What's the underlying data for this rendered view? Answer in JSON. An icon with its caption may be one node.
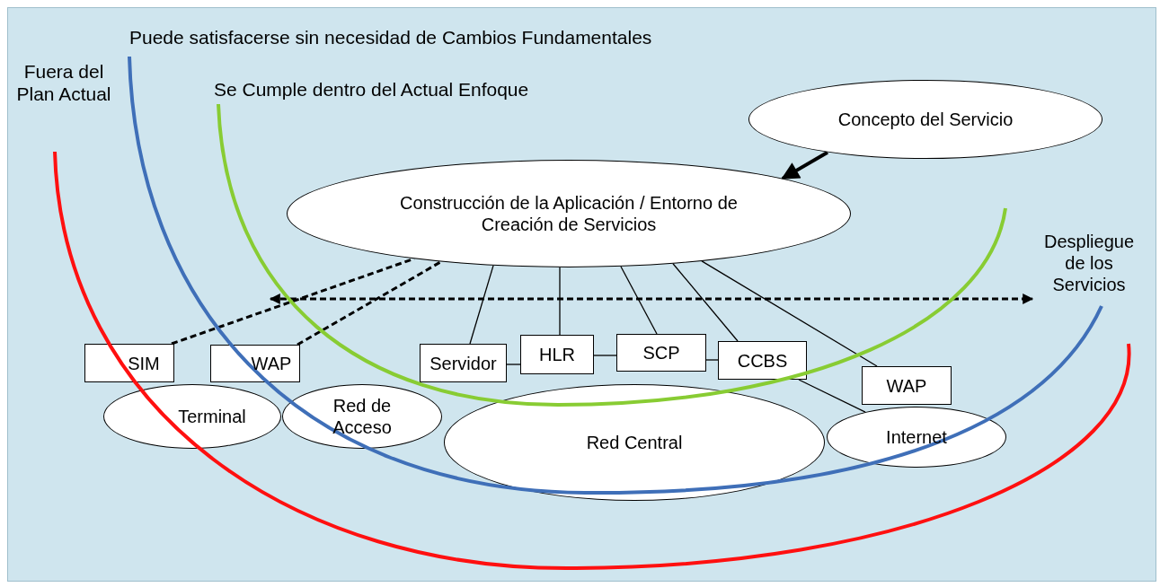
{
  "diagram": {
    "nodes": [
      {
        "text": [
          "Concepto del Servicio"
        ]
      },
      {
        "text": [
          "Construcción de la Aplicación / Entorno de Creación de Servicios"
        ]
      },
      {
        "text": [
          "SIM"
        ]
      },
      {
        "text": [
          "WAP"
        ]
      },
      {
        "text": [
          "Terminal"
        ]
      },
      {
        "text": [
          "Red de Acceso"
        ]
      },
      {
        "text": [
          "Servidor"
        ]
      },
      {
        "text": [
          "HLR"
        ]
      },
      {
        "text": [
          "SCP"
        ]
      },
      {
        "text": [
          "CCBS"
        ]
      },
      {
        "text": [
          "Red Central"
        ]
      },
      {
        "text": [
          "WAP"
        ]
      },
      {
        "text": [
          "Internet"
        ]
      },
      {
        "text": [
          "Despliegue de los Servicios"
        ]
      }
    ],
    "edges": [
      {
        "from": 0,
        "to": 1,
        "arrow": "to",
        "style": "thick"
      },
      {
        "from": 2,
        "to": 1,
        "arrow": "none",
        "style": "dashed"
      },
      {
        "from": 3,
        "to": 1,
        "arrow": "none",
        "style": "dashed"
      },
      {
        "from": 1,
        "to": 6,
        "arrow": "none"
      },
      {
        "from": 1,
        "to": 7,
        "arrow": "none"
      },
      {
        "from": 1,
        "to": 8,
        "arrow": "none"
      },
      {
        "from": 1,
        "to": 9,
        "arrow": "none"
      },
      {
        "from": 1,
        "to": 11,
        "arrow": "none"
      },
      {
        "from": 6,
        "to": 7,
        "arrow": "none"
      },
      {
        "from": 7,
        "to": 8,
        "arrow": "none"
      },
      {
        "from": 8,
        "to": 9,
        "arrow": "none"
      },
      {
        "from": 9,
        "to": 12,
        "arrow": "none"
      },
      {
        "from": null,
        "to": 13,
        "arrow": "both",
        "style": "dashed"
      }
    ],
    "labels": [
      "Puede satisfacerse sin necesidad de Cambios Fundamentales",
      "Fuera del Plan Actual",
      "Se Cumple dentro del Actual Enfoque"
    ]
  }
}
